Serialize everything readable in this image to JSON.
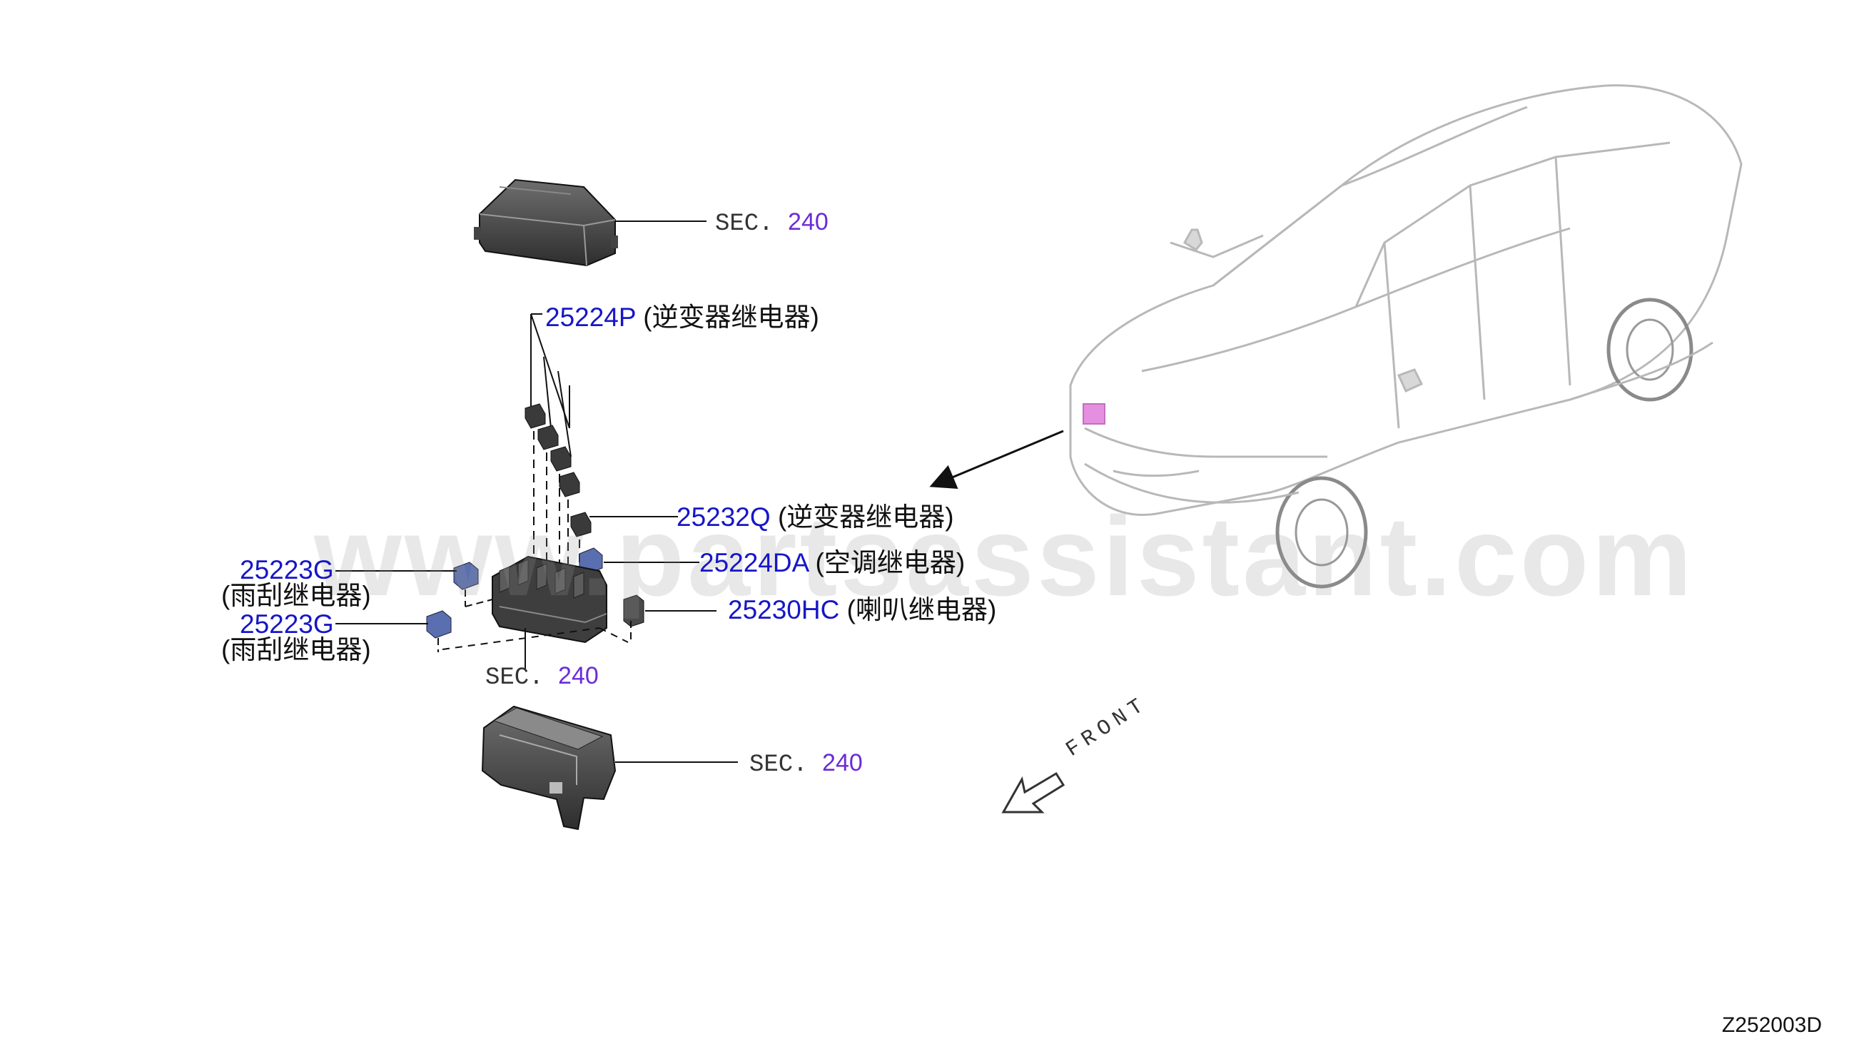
{
  "diagram": {
    "figure_code": "Z252003D",
    "watermark": "www.partsassistant.com",
    "front_indicator": "FRONT",
    "sec_refs": [
      {
        "prefix": "SEC.",
        "number": "240"
      },
      {
        "prefix": "SEC.",
        "number": "240"
      },
      {
        "prefix": "SEC.",
        "number": "240"
      }
    ],
    "callouts": [
      {
        "part_number": "25224P",
        "name": "(逆变器继电器)"
      },
      {
        "part_number": "25232Q",
        "name": "(逆变器继电器)"
      },
      {
        "part_number": "25224DA",
        "name": "(空调继电器)"
      },
      {
        "part_number": "25230HC",
        "name": "(喇叭继电器)"
      },
      {
        "part_number": "25223G",
        "name": "(雨刮继电器)"
      },
      {
        "part_number": "25223G",
        "name": "(雨刮继电器)"
      }
    ],
    "colors": {
      "part_number": "#1616c8",
      "sec_number": "#6a2cd6",
      "relay_blue": "#5a6fb0",
      "relay_dark": "#3a3a3a",
      "highlight": "#e58fe0"
    }
  }
}
